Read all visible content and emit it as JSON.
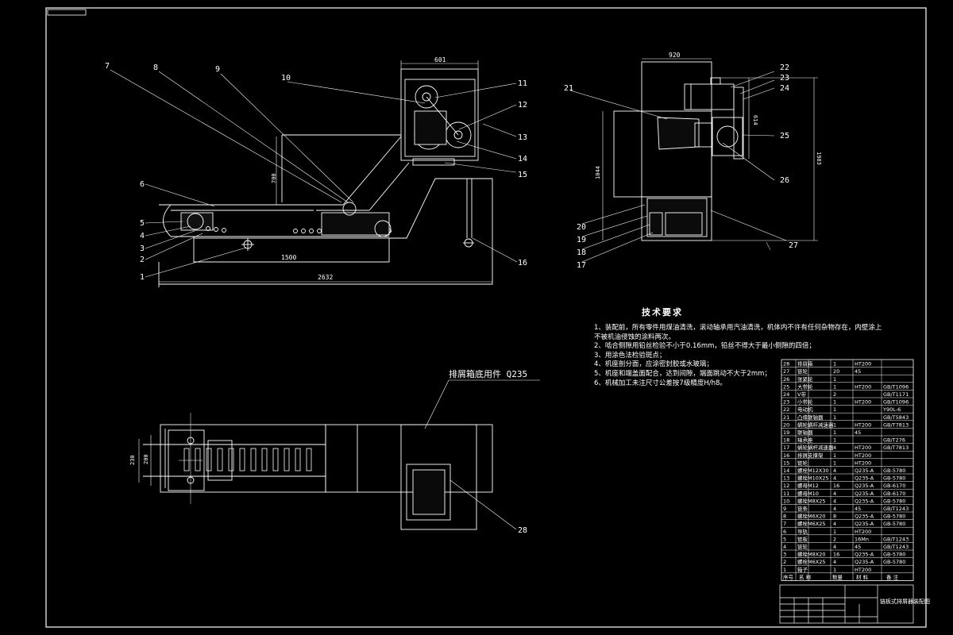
{
  "drawing": {
    "stamp": "",
    "material_callout": "排屑箱底用件 Q235",
    "title_block_name": "链板式排屑器装配图"
  },
  "dimensions": {
    "front_width": "601",
    "front_height": "700",
    "belt_length": "1500",
    "total_length": "2632",
    "side_width": "920",
    "side_upper": "614",
    "side_lower": "1044",
    "side_total": "1983",
    "plan_inner": "200",
    "plan_outer": "230"
  },
  "balloons": [
    "1",
    "2",
    "3",
    "4",
    "5",
    "6",
    "7",
    "8",
    "9",
    "10",
    "11",
    "12",
    "13",
    "14",
    "15",
    "16",
    "17",
    "18",
    "19",
    "20",
    "21",
    "22",
    "23",
    "24",
    "25",
    "26",
    "27",
    "28"
  ],
  "tech_requirements": {
    "title": "技术要求",
    "lines": [
      "1、装配前，所有零件用煤油清洗，滚动轴承用汽油清洗，机体内不许有任何杂物存在，内壁涂上",
      "不被机油侵蚀的涂料两次。",
      "2、啮合侧隙用铅丝检验不小于0.16mm，铅丝不得大于最小侧隙的四倍；",
      "3、用涂色法检验斑点；",
      "4、机座剖分面，应涂密封胶或水玻璃；",
      "5、机座和端盖面配合，达到间隙，端面跳动不大于2mm；",
      "6、机械加工未注尺寸公差按7级精度H/h8。"
    ]
  },
  "bom": {
    "header": [
      "序号",
      "名 称",
      "数量",
      "材 料",
      "备 注"
    ],
    "rows": [
      [
        "28",
        "排屑箱",
        "1",
        "HT200",
        ""
      ],
      [
        "27",
        "链轮",
        "20",
        "45",
        ""
      ],
      [
        "26",
        "张紧轮",
        "1",
        "",
        ""
      ],
      [
        "25",
        "大带轮",
        "1",
        "HT200",
        "GB/T1096"
      ],
      [
        "24",
        "V带",
        "2",
        "",
        "GB/T1171"
      ],
      [
        "23",
        "小带轮",
        "1",
        "HT200",
        "GB/T1096"
      ],
      [
        "22",
        "电动机",
        "1",
        "",
        "Y90L-6"
      ],
      [
        "21",
        "凸缘联轴器",
        "1",
        "",
        "GB/T5843"
      ],
      [
        "20",
        "蜗轮蜗杆减速器",
        "1",
        "HT200",
        "GB/T7813"
      ],
      [
        "19",
        "联轴器",
        "1",
        "45",
        ""
      ],
      [
        "18",
        "轴承座",
        "1",
        "",
        "GB/T276"
      ],
      [
        "17",
        "蜗轮蜗杆减速器",
        "4",
        "HT200",
        "GB/T7813"
      ],
      [
        "16",
        "排屑支撑架",
        "1",
        "HT200",
        ""
      ],
      [
        "15",
        "链轮",
        "1",
        "HT200",
        ""
      ],
      [
        "14",
        "螺栓M12X30",
        "4",
        "Q235-A",
        "GB-5780"
      ],
      [
        "13",
        "螺栓M10X25",
        "4",
        "Q235-A",
        "GB-5780"
      ],
      [
        "12",
        "螺母M12",
        "16",
        "Q235-A",
        "GB-6170"
      ],
      [
        "11",
        "螺母M10",
        "4",
        "Q235-A",
        "GB-6170"
      ],
      [
        "10",
        "螺栓M8X25",
        "4",
        "Q235-A",
        "GB-5780"
      ],
      [
        "9",
        "链条",
        "4",
        "45",
        "GB/T1243"
      ],
      [
        "8",
        "螺栓M6X20",
        "8",
        "Q235-A",
        "GB-5780"
      ],
      [
        "7",
        "螺栓M6X25",
        "4",
        "Q235-A",
        "GB-5780"
      ],
      [
        "6",
        "导轨",
        "1",
        "HT200",
        ""
      ],
      [
        "5",
        "链板",
        "2",
        "16Mn",
        "GB/T1243"
      ],
      [
        "4",
        "链轮",
        "4",
        "45",
        "GB/T1243"
      ],
      [
        "3",
        "螺栓M8X20",
        "16",
        "Q235-A",
        "GB-5780"
      ],
      [
        "2",
        "螺栓M6X25",
        "4",
        "Q235-A",
        "GB-5780"
      ],
      [
        "1",
        "箱子",
        "1",
        "HT200",
        ""
      ]
    ],
    "title": "链板式排屑器装配图"
  }
}
